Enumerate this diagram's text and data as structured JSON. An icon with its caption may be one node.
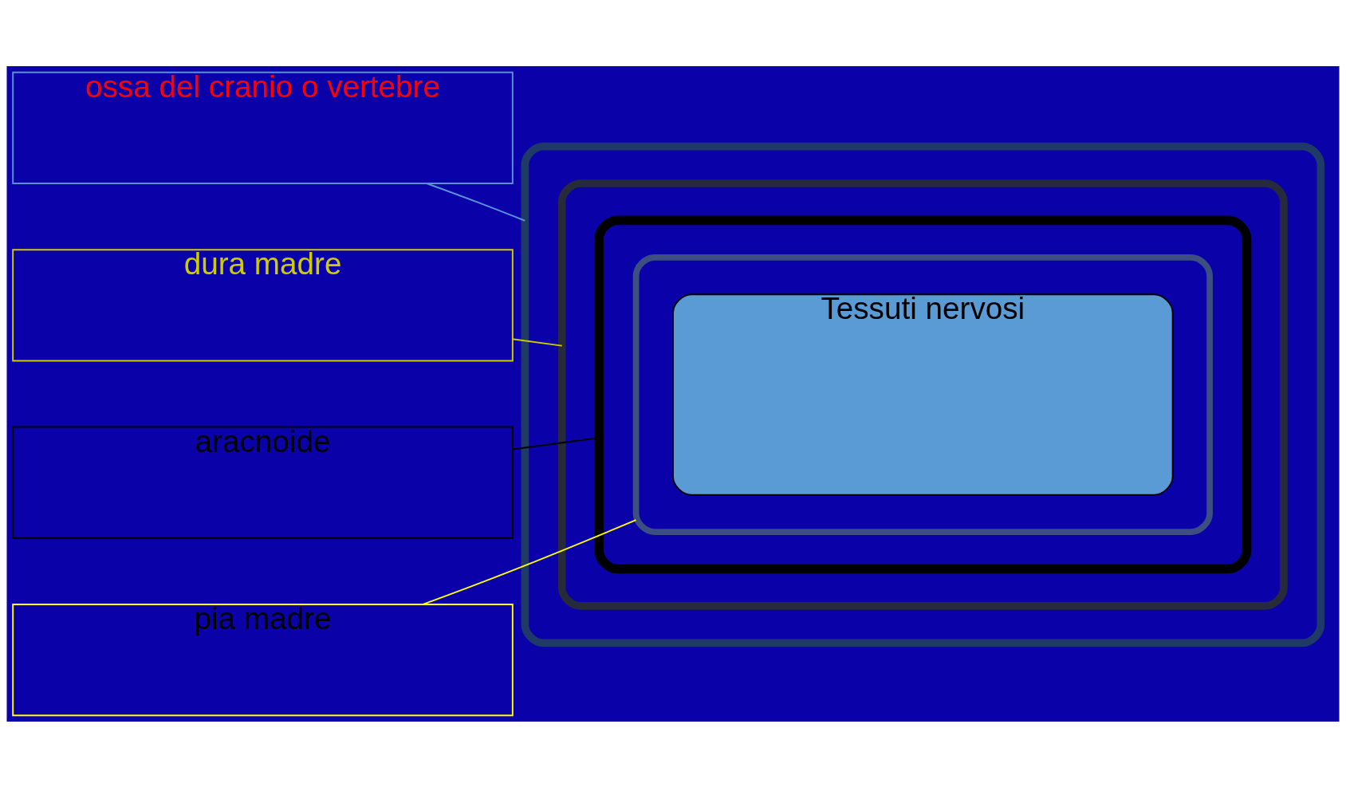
{
  "diagram": {
    "nodes": [
      {
        "text": [
          "ossa del cranio o vertebre"
        ]
      },
      {
        "text": [
          "dura madre"
        ]
      },
      {
        "text": [
          "aracnoide"
        ]
      },
      {
        "text": [
          "pia madre"
        ]
      },
      {
        "text": [],
        "shape": "box"
      },
      {
        "text": [],
        "shape": "box",
        "in": 4
      },
      {
        "text": [],
        "shape": "box",
        "in": 5
      },
      {
        "text": [],
        "shape": "box",
        "in": 6
      },
      {
        "text": [
          "Tessuti nervosi"
        ],
        "in": 7
      }
    ],
    "edges": [
      {
        "from": 0,
        "to": 4,
        "arrow": "none",
        "color": "#5b8fd9"
      },
      {
        "from": 1,
        "to": 5,
        "arrow": "none",
        "color": "#cccc00"
      },
      {
        "from": 2,
        "to": 6,
        "arrow": "none",
        "color": "#000000"
      },
      {
        "from": 3,
        "to": 7,
        "arrow": "none",
        "color": "#ffff00"
      }
    ]
  }
}
